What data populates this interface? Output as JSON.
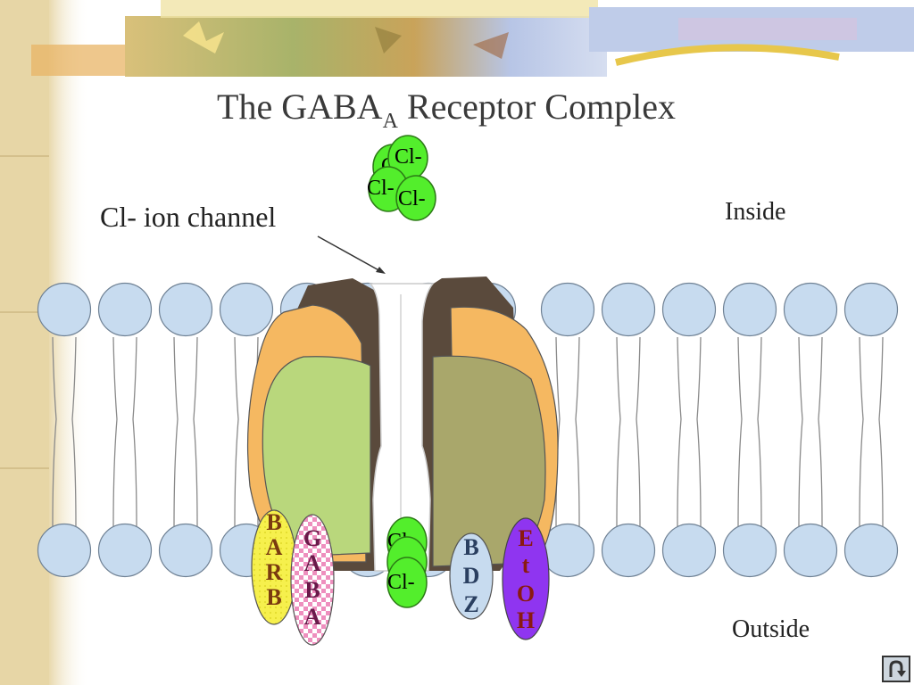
{
  "slide": {
    "title_main": "The GABA",
    "title_sub": "A",
    "title_rest": " Receptor Complex",
    "label_channel": "Cl- ion channel",
    "label_inside": "Inside",
    "label_outside": "Outside"
  },
  "ion_label": "Cl-",
  "drug_labels": {
    "barb": [
      "B",
      "A",
      "R",
      "B"
    ],
    "gaba": [
      "G",
      "A",
      "B",
      "A"
    ],
    "bdz": [
      "B",
      "D",
      "Z"
    ],
    "etoh": [
      "E",
      "t",
      "O",
      "H"
    ]
  },
  "colors": {
    "membrane_head": "#c7dbef",
    "membrane_stroke": "#6f8194",
    "tail_stroke": "#8a8a8a",
    "protein_dark": "#5a4a3c",
    "protein_orange": "#f5b861",
    "protein_green_left": "#b9d77c",
    "protein_green_right": "#a9a76b",
    "channel": "#ffffff",
    "ion": "#53ee2c",
    "barb": "#f6f04d",
    "gaba_check": "#ee8fbe",
    "bdz": "#c7dbef",
    "etoh": "#8f35f0",
    "background_left": "#eadbb2"
  },
  "icons": {
    "home": "return-arrow-icon"
  }
}
